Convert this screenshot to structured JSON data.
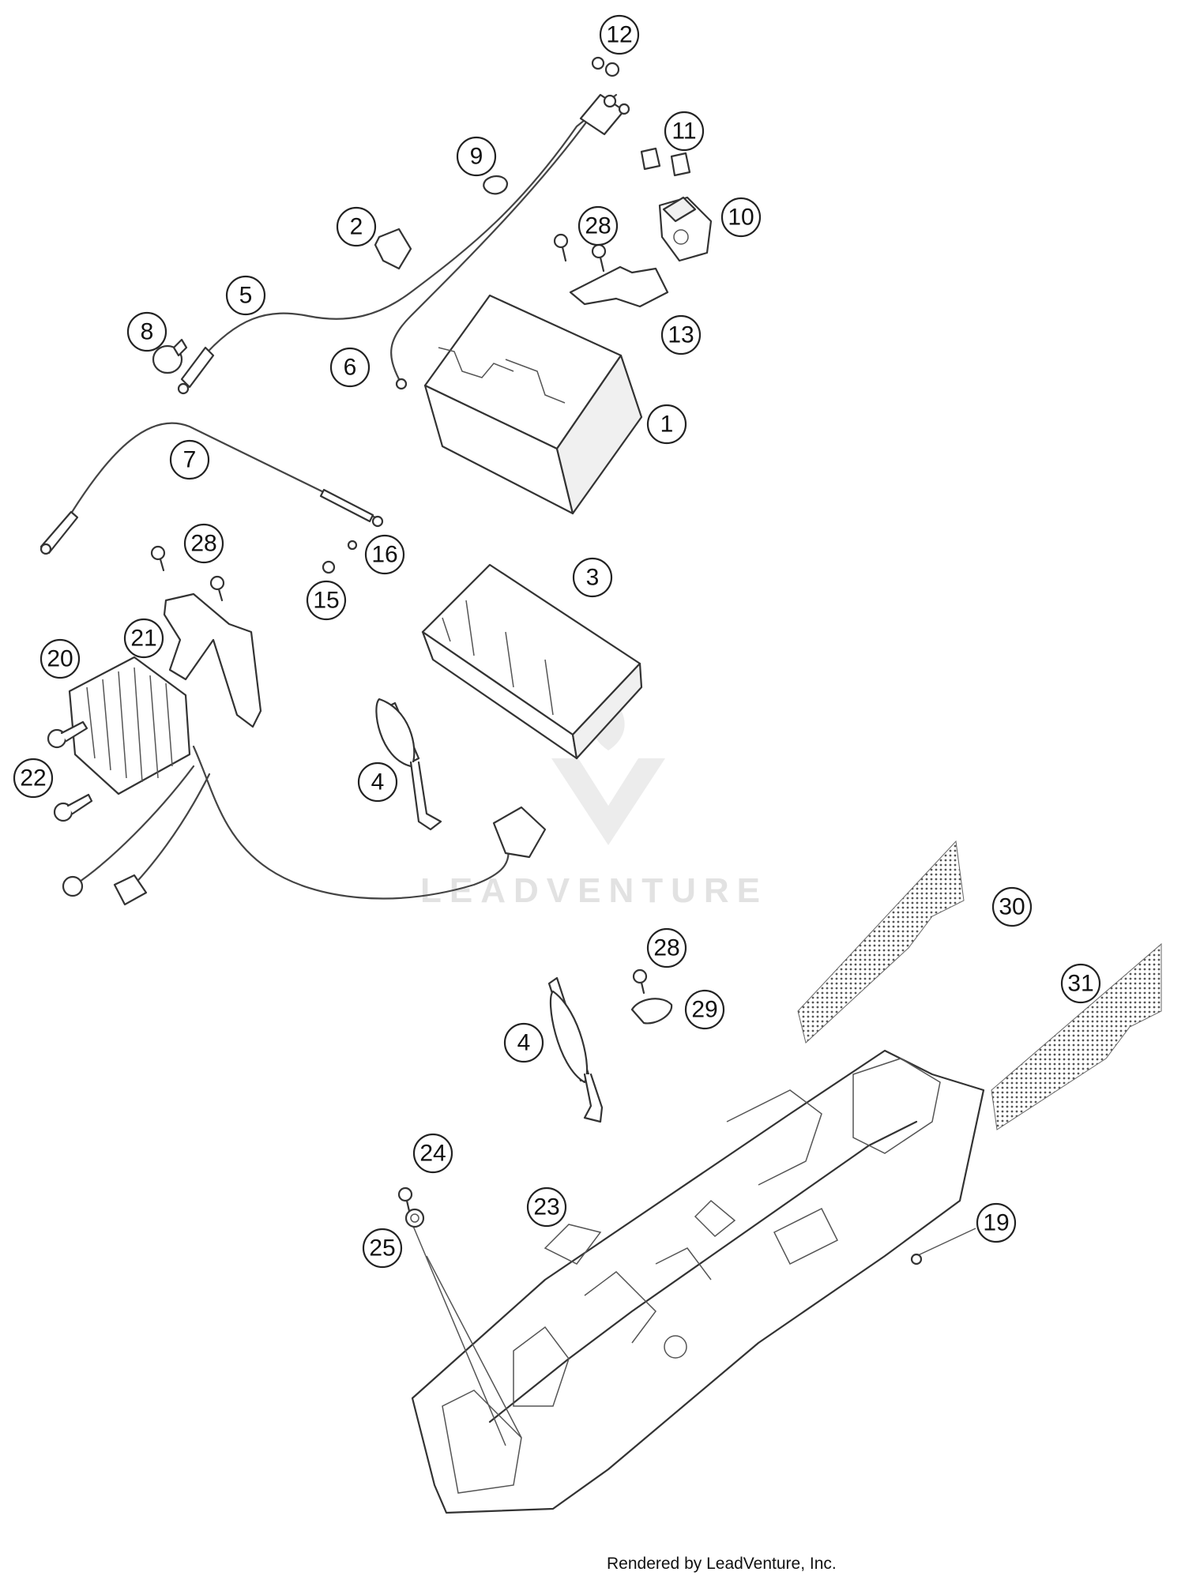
{
  "callouts": [
    "1",
    "2",
    "3",
    "4",
    "5",
    "6",
    "7",
    "8",
    "9",
    "10",
    "11",
    "12",
    "13",
    "15",
    "16",
    "19",
    "20",
    "21",
    "22",
    "23",
    "24",
    "25",
    "28",
    "29",
    "30",
    "31"
  ],
  "watermark": "LEADVENTURE",
  "credit": "Rendered by LeadVenture, Inc.",
  "colors": {
    "line": "#333333",
    "watermark": "#e2e2e2",
    "background": "#ffffff"
  }
}
